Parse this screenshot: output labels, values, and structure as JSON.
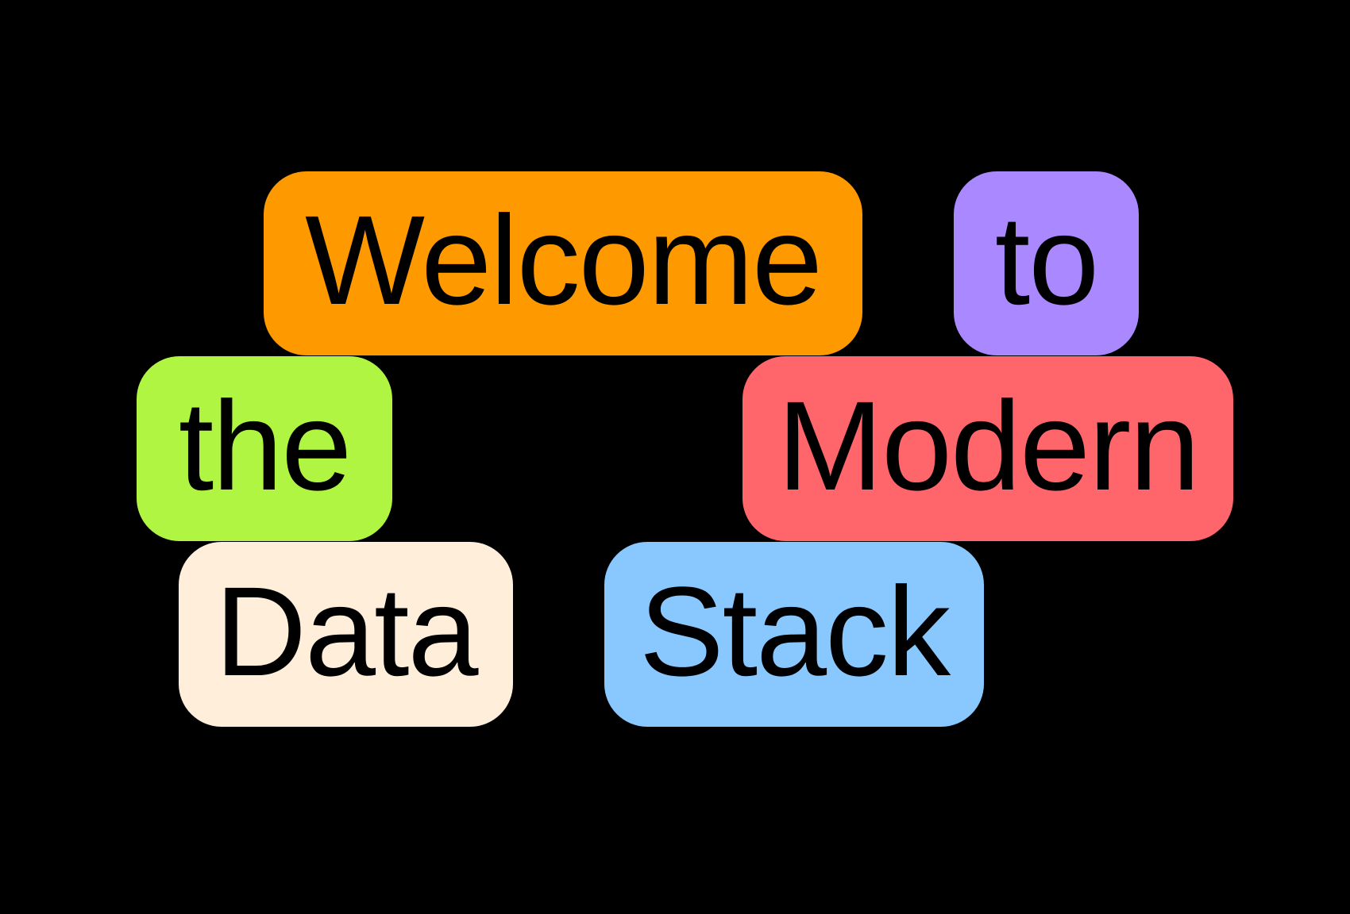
{
  "words": [
    {
      "text": "Welcome",
      "color": "#FF9900"
    },
    {
      "text": "to",
      "color": "#AA88FF"
    },
    {
      "text": "the",
      "color": "#B0F542"
    },
    {
      "text": "Modern",
      "color": "#FF666B"
    },
    {
      "text": "Data",
      "color": "#FEEEDA"
    },
    {
      "text": "Stack",
      "color": "#88C8FF"
    }
  ]
}
